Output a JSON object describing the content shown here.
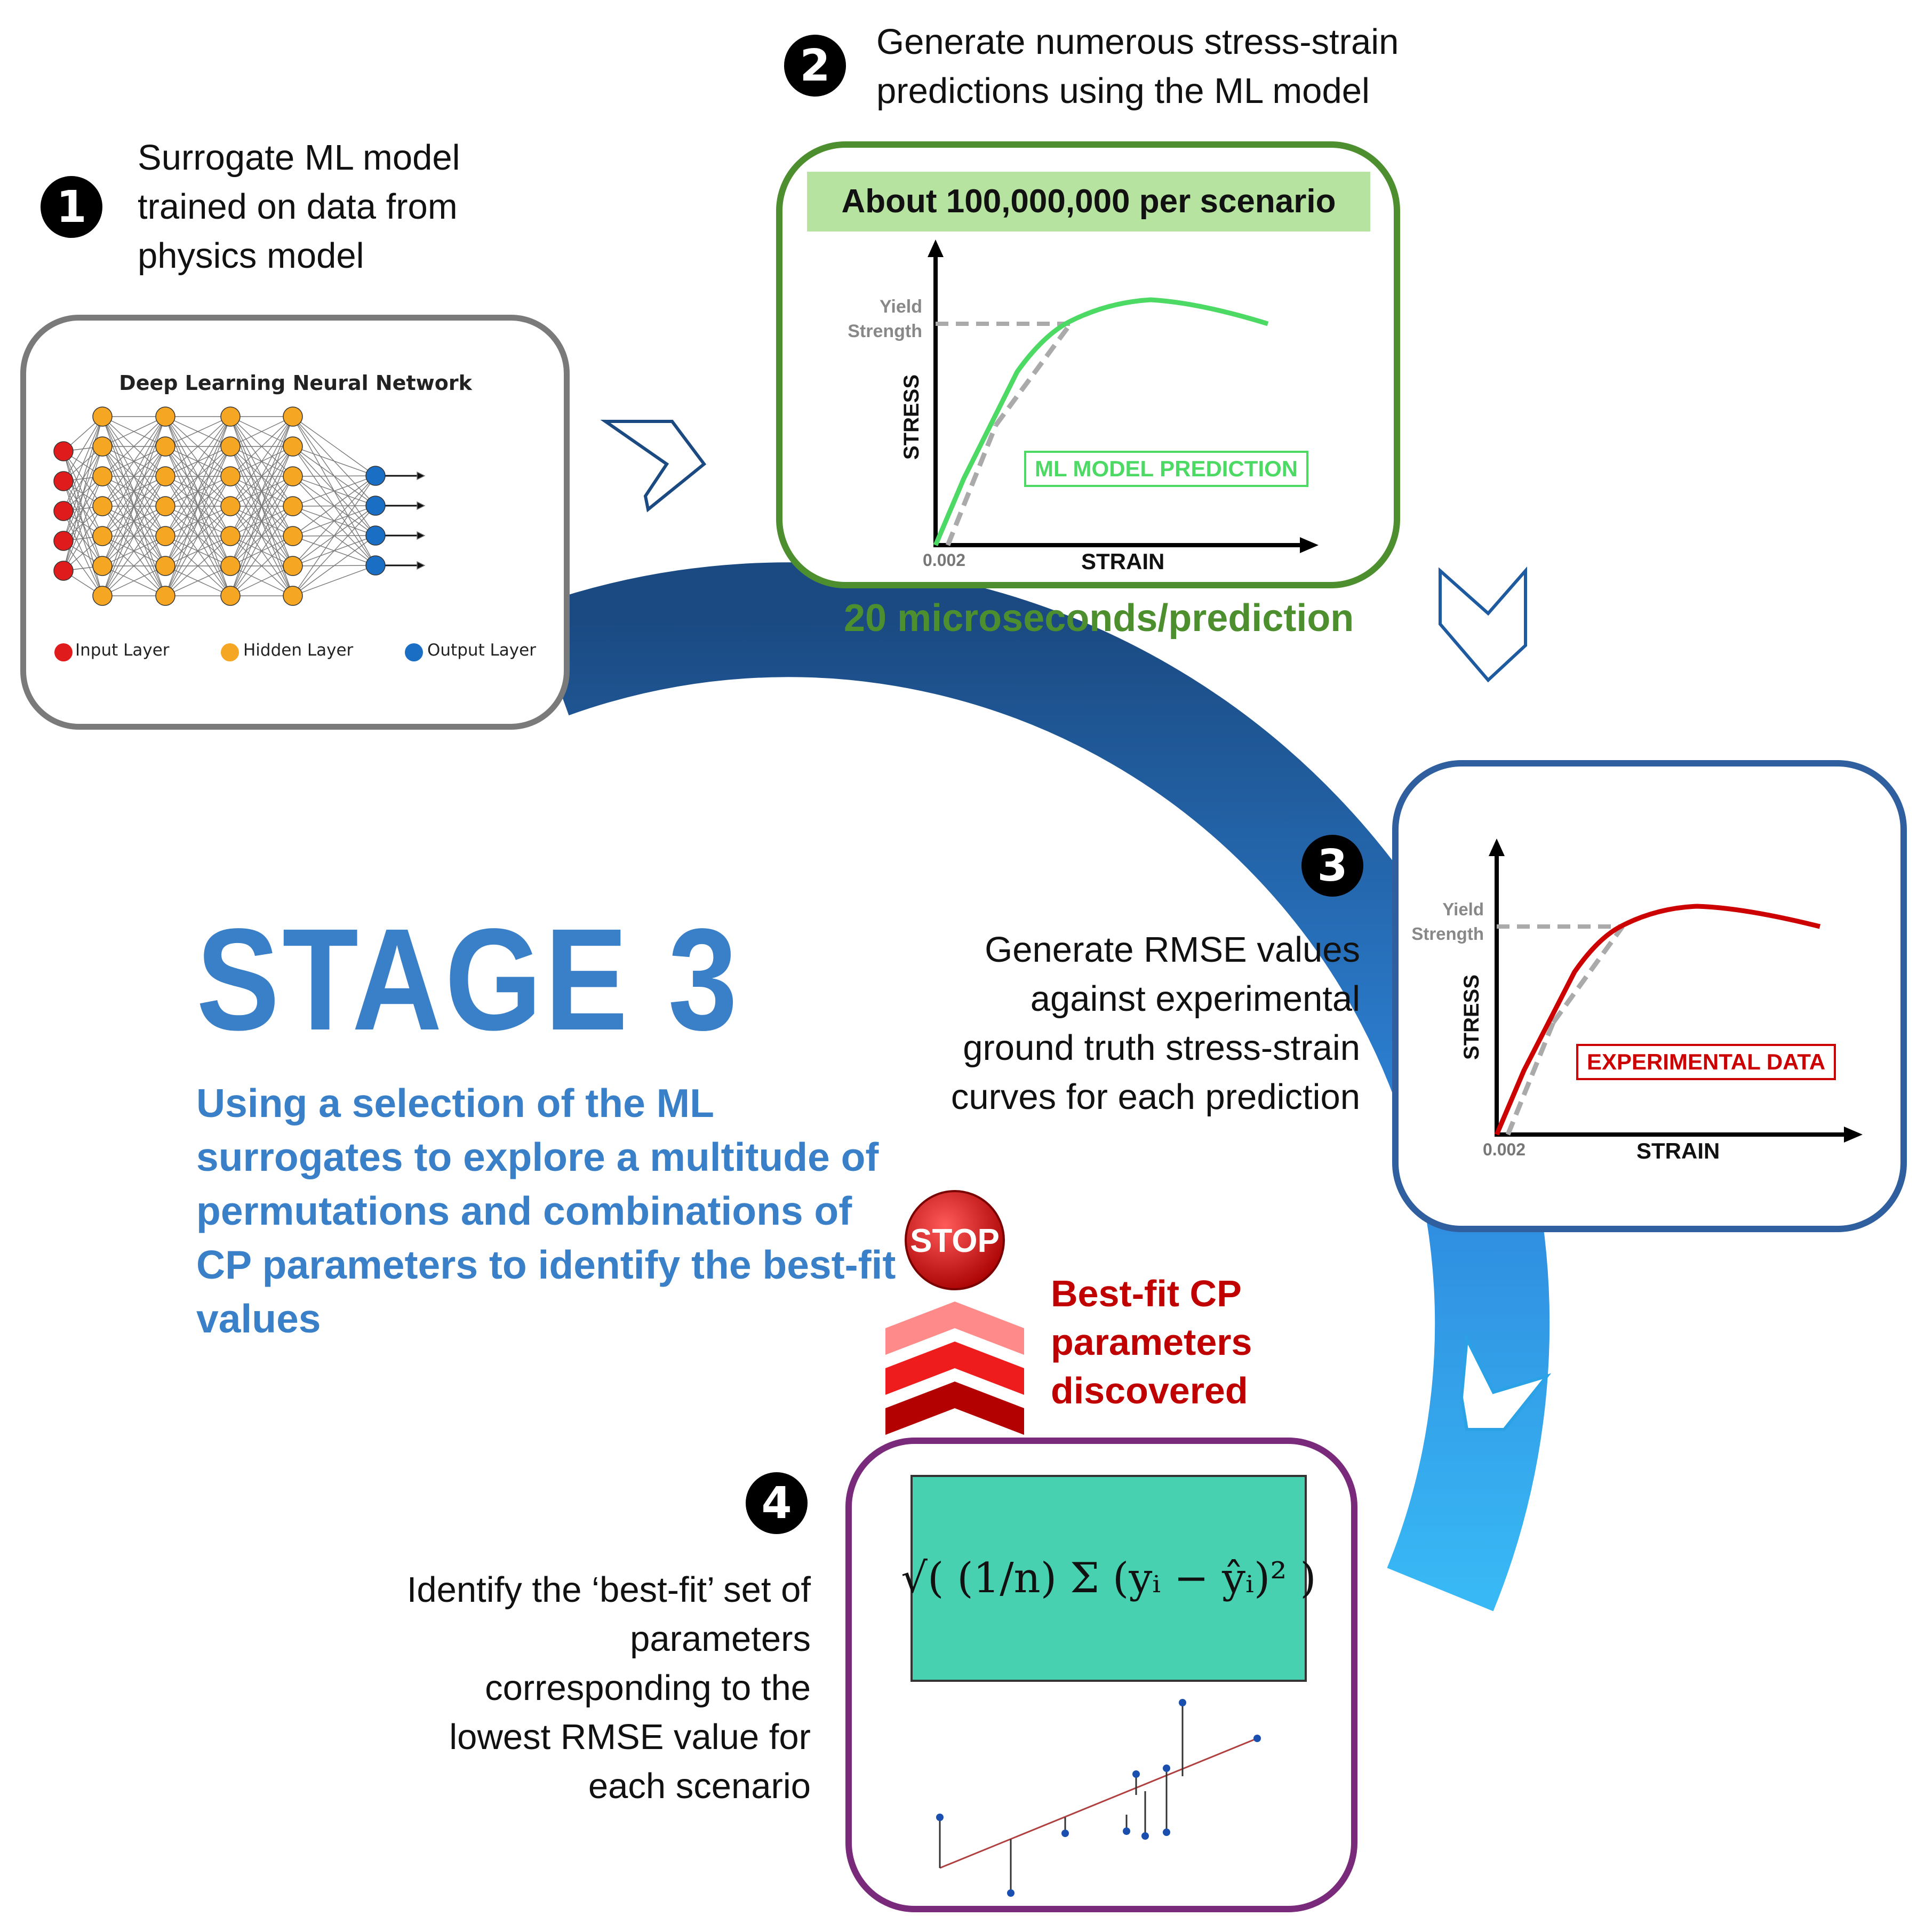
{
  "stage": {
    "title": "STAGE 3",
    "description": "Using a selection of the ML surrogates to explore a multitude of permutations and combinations of CP parameters to identify the best-fit values"
  },
  "steps": [
    {
      "number": "1",
      "text": "Surrogate ML model trained on data from physics model"
    },
    {
      "number": "2",
      "text": "Generate numerous stress-strain predictions using the ML model"
    },
    {
      "number": "3",
      "text": "Generate RMSE values against experimental ground truth stress-strain curves for each prediction"
    },
    {
      "number": "4",
      "text": "Identify the ‘best-fit’ set of parameters corresponding to the lowest RMSE value for each scenario"
    }
  ],
  "neural_net": {
    "title": "Deep Learning Neural Network",
    "legend": [
      "Input Layer",
      "Hidden Layer",
      "Output Layer"
    ],
    "colors": {
      "input": "#e01b1b",
      "hidden": "#f5a623",
      "output": "#1a6fc4"
    }
  },
  "ml_panel": {
    "banner": "About 100,000,000 per scenario",
    "yield_label": "Yield Strength",
    "y_axis": "STRESS",
    "x_axis": "STRAIN",
    "offset_tick": "0.002",
    "curve_label": "ML MODEL PREDICTION",
    "speed_note": "20 microseconds/prediction",
    "colors": {
      "border": "#4d8f2e",
      "banner": "#b6e3a0",
      "curve": "#4cd964"
    }
  },
  "exp_panel": {
    "yield_label": "Yield Strength",
    "y_axis": "STRESS",
    "x_axis": "STRAIN",
    "offset_tick": "0.002",
    "curve_label": "EXPERIMENTAL DATA",
    "colors": {
      "border": "#2f5f9e",
      "curve": "#cc0000"
    }
  },
  "rmse_panel": {
    "formula": "√( (1/n) Σ (yᵢ − ŷᵢ)² )",
    "colors": {
      "border": "#7a2a7a",
      "formula_bg": "#48d1b0"
    }
  },
  "stop_sign": {
    "label": "STOP"
  },
  "best_fit": {
    "text": "Best-fit CP parameters discovered",
    "color": "#c00000"
  },
  "cycle_colors": {
    "top": "#1b4a82",
    "bottom": "#38b8f5"
  }
}
